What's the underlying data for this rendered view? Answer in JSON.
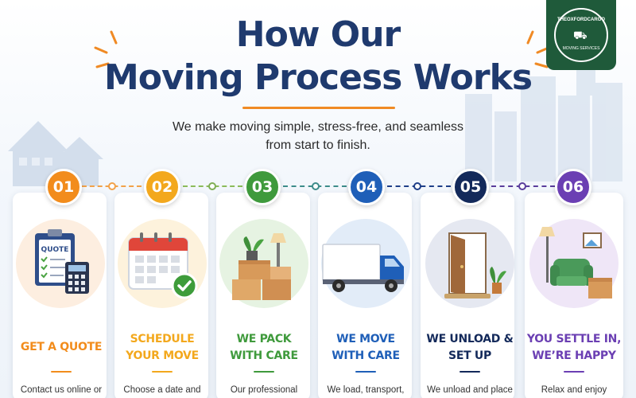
{
  "header": {
    "title_line1": "How Our",
    "title_line2": "Moving Process Works",
    "subtitle_line1": "We make moving simple, stress-free, and seamless",
    "subtitle_line2": "from start to finish."
  },
  "badge": {
    "name": "THEOXFORDCARGO",
    "tagline": "MOVING SERVICES",
    "icon": "truck-icon"
  },
  "colors": {
    "title": "#1f3a6e",
    "accent_rule": "#f08a24"
  },
  "steps": [
    {
      "number": "01",
      "title": "GET A QUOTE",
      "description": "Contact us online or",
      "color": "#f28c1c",
      "bg": "#fdeee0",
      "icon": "clipboard-calculator-icon"
    },
    {
      "number": "02",
      "title_line1": "SCHEDULE",
      "title_line2": "YOUR MOVE",
      "description": "Choose a date and",
      "color": "#f3a81d",
      "bg": "#fdf2dc",
      "icon": "calendar-check-icon"
    },
    {
      "number": "03",
      "title_line1": "WE PACK",
      "title_line2": "WITH CARE",
      "description": "Our professional",
      "color": "#3f9a3c",
      "bg": "#e6f3e2",
      "icon": "boxes-plant-icon"
    },
    {
      "number": "04",
      "title_line1": "WE MOVE",
      "title_line2": "WITH CARE",
      "description": "We load, transport,",
      "color": "#1f5fb8",
      "bg": "#e2ecf8",
      "icon": "moving-truck-icon"
    },
    {
      "number": "05",
      "title_line1": "WE UNLOAD &",
      "title_line2": "SET UP",
      "description": "We unload and place",
      "color": "#13295a",
      "bg": "#e5e8f1",
      "icon": "open-door-icon"
    },
    {
      "number": "06",
      "title_line1": "YOU SETTLE IN,",
      "title_line2": "WE’RE HAPPY",
      "description": "Relax and enjoy",
      "color": "#6b3fb3",
      "bg": "#efe6f7",
      "icon": "armchair-lamp-icon"
    }
  ]
}
